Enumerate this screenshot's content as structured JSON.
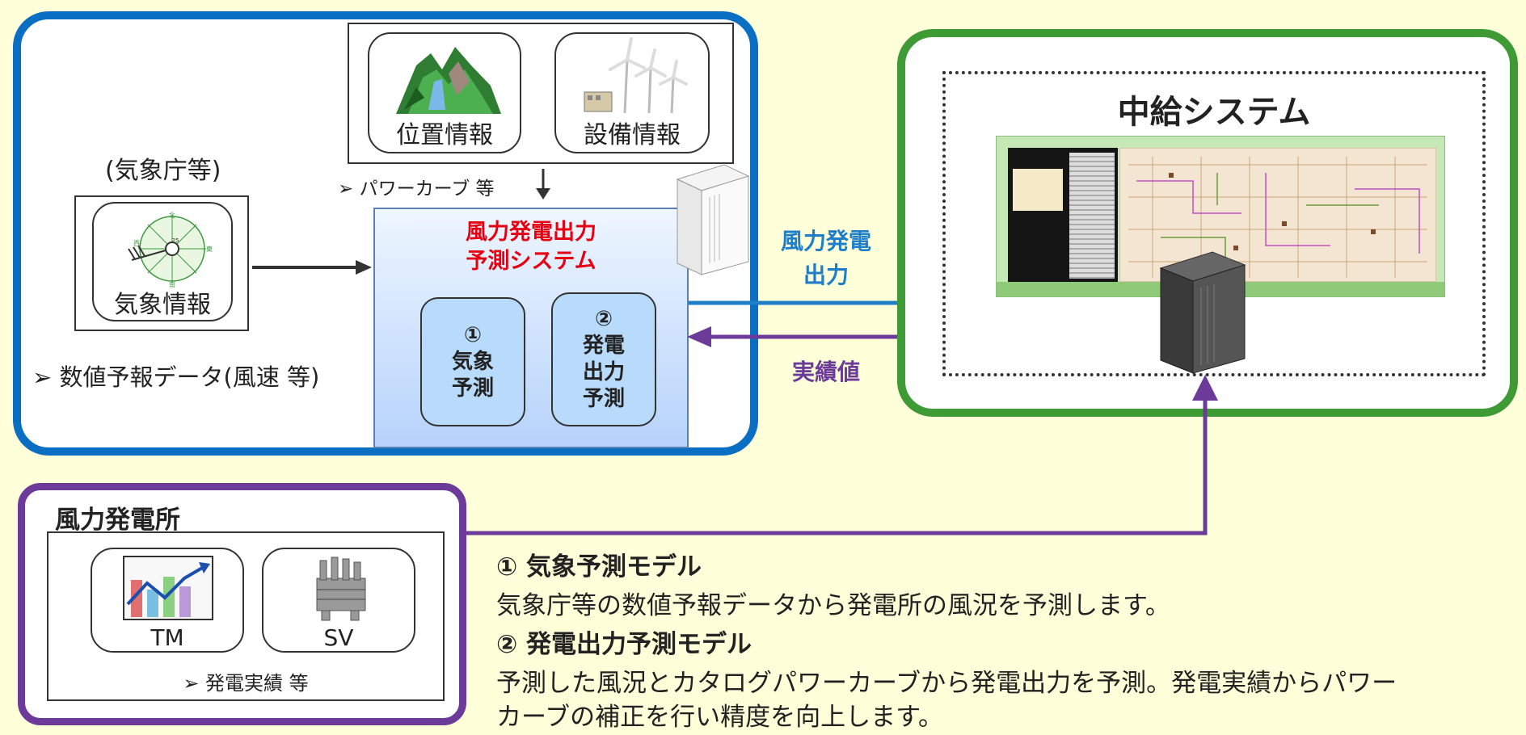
{
  "blue_section": {
    "position_info_label": "位置情報",
    "equipment_info_label": "設備情報",
    "power_curve_note": "➢ パワーカーブ 等",
    "jma_label": "(気象庁等)",
    "weather_info_label": "気象情報",
    "nwp_note": "➢ 数値予報データ(風速 等)",
    "compass": {
      "north": "北",
      "south": "南",
      "east": "東",
      "west": "西",
      "value": "25"
    },
    "prediction_system": {
      "title_line1": "風力発電出力",
      "title_line2": "予測システム",
      "model1": {
        "num": "①",
        "line1": "気象",
        "line2": "予測"
      },
      "model2": {
        "num": "②",
        "line1": "発電",
        "line2": "出力",
        "line3": "予測"
      }
    }
  },
  "arrows": {
    "wind_output_line1": "風力発電",
    "wind_output_line2": "出力",
    "actual_value": "実績値"
  },
  "green_section": {
    "title": "中給システム"
  },
  "purple_section": {
    "title": "風力発電所",
    "tm_label": "TM",
    "sv_label": "SV",
    "note": "➢ 発電実績 等"
  },
  "description": {
    "model1_title": "① 気象予測モデル",
    "model1_text": "気象庁等の数値予報データから発電所の風況を予測します。",
    "model2_title": "② 発電出力予測モデル",
    "model2_text_line1": "予測した風況とカタログパワーカーブから発電出力を予測。発電実績からパワー",
    "model2_text_line2": "カーブの補正を行い精度を向上します。"
  },
  "colors": {
    "blue_frame": "#0a6fc2",
    "green_frame": "#3d9a34",
    "purple_frame": "#6c3b9a",
    "prediction_title": "#e50012",
    "wind_output_arrow": "#1e7ec8",
    "actual_value_arrow": "#6c3b9a",
    "background": "#ffffd9"
  }
}
